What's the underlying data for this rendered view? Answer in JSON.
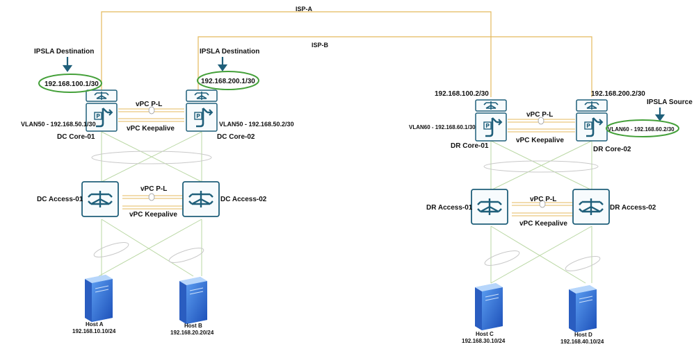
{
  "colors": {
    "isp_line": "#e4b95c",
    "peer_line": "#e4b95c",
    "green_line": "#b9d7a3",
    "oval": "#44a039",
    "arrow": "#1f5f7a",
    "device_border": "#1f5f7a",
    "device_fill": "#f7fbfd",
    "server_blue": "#2f6fd6"
  },
  "isp": {
    "a": "ISP-A",
    "b": "ISP-B"
  },
  "dc": {
    "ipsla1": {
      "title": "IPSLA Destination",
      "ip": "192.168.100.1/30"
    },
    "ipsla2": {
      "title": "IPSLA Destination",
      "ip": "192.168.200.1/30"
    },
    "core1": {
      "name": "DC Core-01",
      "vlan": "VLAN50 - 192.168.50.1/30"
    },
    "core2": {
      "name": "DC Core-02",
      "vlan": "VLAN50 - 192.168.50.2/30"
    },
    "core_pl": "vPC P-L",
    "core_ka": "vPC Keepalive",
    "access1": "DC Access-01",
    "access2": "DC Access-02",
    "access_pl": "vPC P-L",
    "access_ka": "vPC Keepalive",
    "hostA": {
      "name": "Host A",
      "ip": "192.168.10.10/24"
    },
    "hostB": {
      "name": "Host B",
      "ip": "192.168.20.20/24"
    }
  },
  "dr": {
    "ip1": "192.168.100.2/30",
    "ip2": "192.168.200.2/30",
    "source_title": "IPSLA Source",
    "core1": {
      "name": "DR Core-01",
      "vlan": "VLAN60 - 192.168.60.1/30"
    },
    "core2": {
      "name": "DR Core-02",
      "vlan": "VLAN60 - 192.168.60.2/30"
    },
    "core_pl": "vPC P-L",
    "core_ka": "vPC Keepalive",
    "access1": "DR Access-01",
    "access2": "DR Access-02",
    "access_pl": "vPC P-L",
    "access_ka": "vPC Keepalive",
    "hostC": {
      "name": "Host C",
      "ip": "192.168.30.10/24"
    },
    "hostD": {
      "name": "Host D",
      "ip": "192.168.40.10/24"
    }
  }
}
